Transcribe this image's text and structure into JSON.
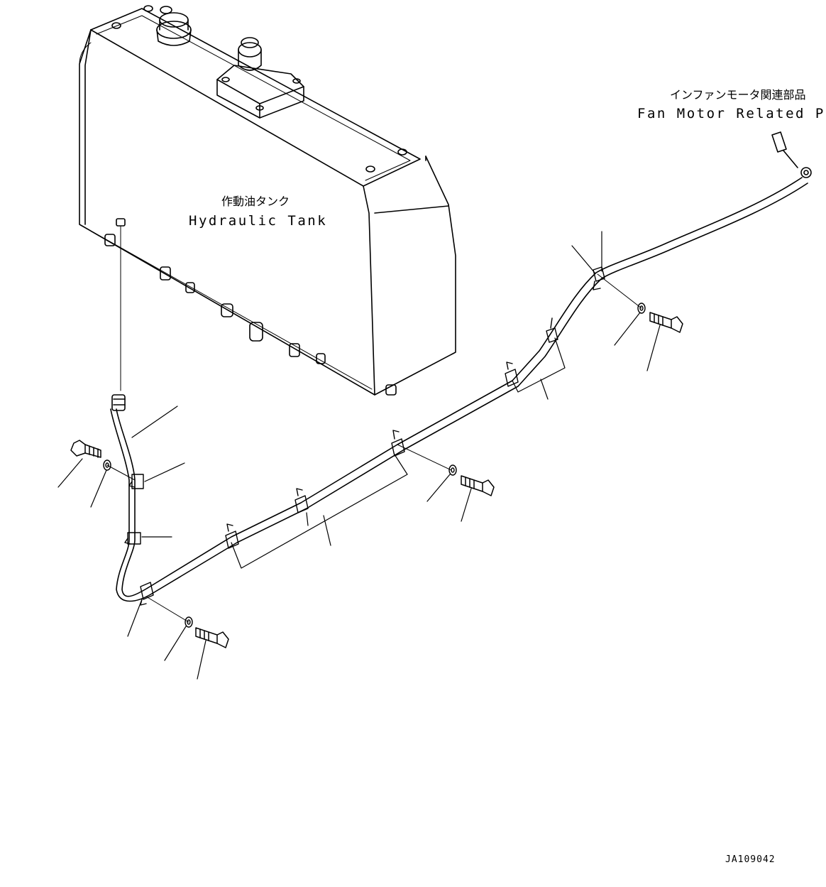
{
  "labels": {
    "tank_jp": "作動油タンク",
    "tank_en": "Hydraulic Tank",
    "fan_jp": "インファンモータ関連部品",
    "fan_en": "Fan Motor Related Par",
    "drawing_code": "JA109042"
  },
  "colors": {
    "line": "#000000",
    "background": "#ffffff"
  }
}
